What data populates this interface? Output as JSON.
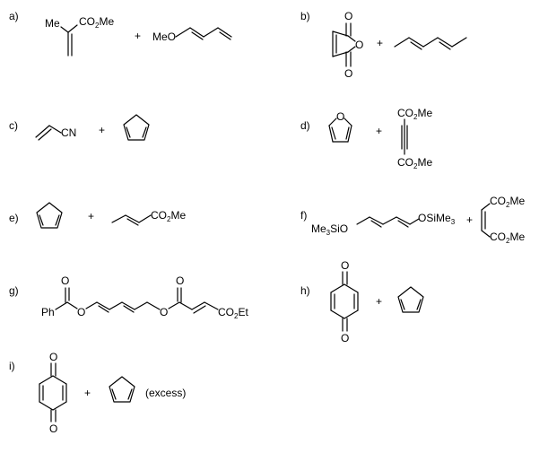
{
  "problems": [
    {
      "label": "a)",
      "r1": {
        "me": "Me",
        "ester": "CO",
        "sub": "2",
        "me2": "Me"
      },
      "plus": "+",
      "r2": {
        "meo": "MeO"
      }
    },
    {
      "label": "b)",
      "r1": {
        "o_top": "O",
        "o_ring": "O",
        "o_bottom": "O"
      },
      "plus": "+"
    },
    {
      "label": "c)",
      "r1": {
        "cn": "CN"
      },
      "plus": "+"
    },
    {
      "label": "d)",
      "r1": {
        "o": "O"
      },
      "plus": "+",
      "r2": {
        "top": "CO",
        "top_sub": "2",
        "top_me": "Me",
        "bot": "CO",
        "bot_sub": "2",
        "bot_me": "Me"
      }
    },
    {
      "label": "e)",
      "plus": "+",
      "r2": {
        "ester": "CO",
        "sub": "2",
        "me": "Me"
      }
    },
    {
      "label": "f)",
      "r1": {
        "left": "Me",
        "left_sub": "3",
        "left2": "SiO",
        "right": "OSiMe",
        "right_sub": "3"
      },
      "plus": "+",
      "r2": {
        "top": "CO",
        "top_sub": "2",
        "top_me": "Me",
        "bot": "CO",
        "bot_sub": "2",
        "bot_me": "Me"
      }
    },
    {
      "label": "g)",
      "r1": {
        "ph": "Ph",
        "o1": "O",
        "o2": "O",
        "o3": "O",
        "o4": "O",
        "ester": "CO",
        "sub": "2",
        "et": "Et"
      }
    },
    {
      "label": "h)",
      "r1": {
        "o_top": "O",
        "o_bottom": "O"
      },
      "plus": "+"
    },
    {
      "label": "i)",
      "r1": {
        "o_top": "O",
        "o_bottom": "O"
      },
      "plus": "+",
      "note": "(excess)"
    }
  ]
}
